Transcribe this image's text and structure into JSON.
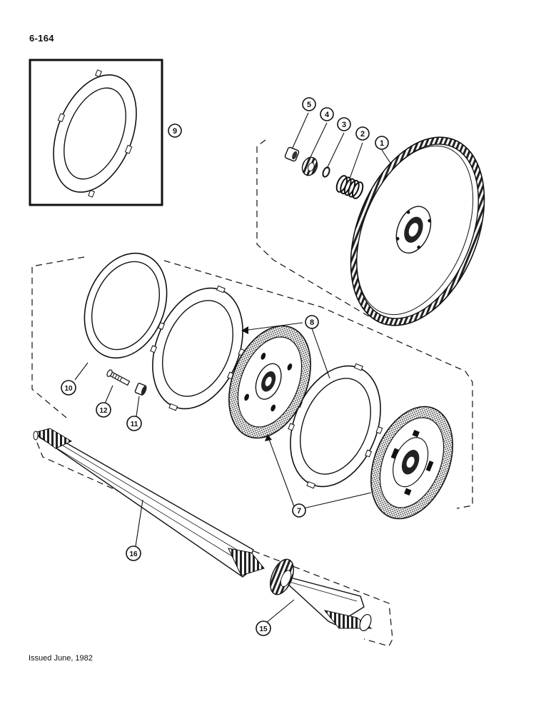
{
  "page": {
    "page_number": "6-164",
    "issued_note": "Issued June, 1982"
  },
  "callouts": {
    "c1": "1",
    "c2": "2",
    "c3": "3",
    "c4": "4",
    "c5": "5",
    "c7": "7",
    "c8": "8",
    "c9": "9",
    "c10": "10",
    "c11": "11",
    "c12": "12",
    "c15": "15",
    "c16": "16"
  }
}
